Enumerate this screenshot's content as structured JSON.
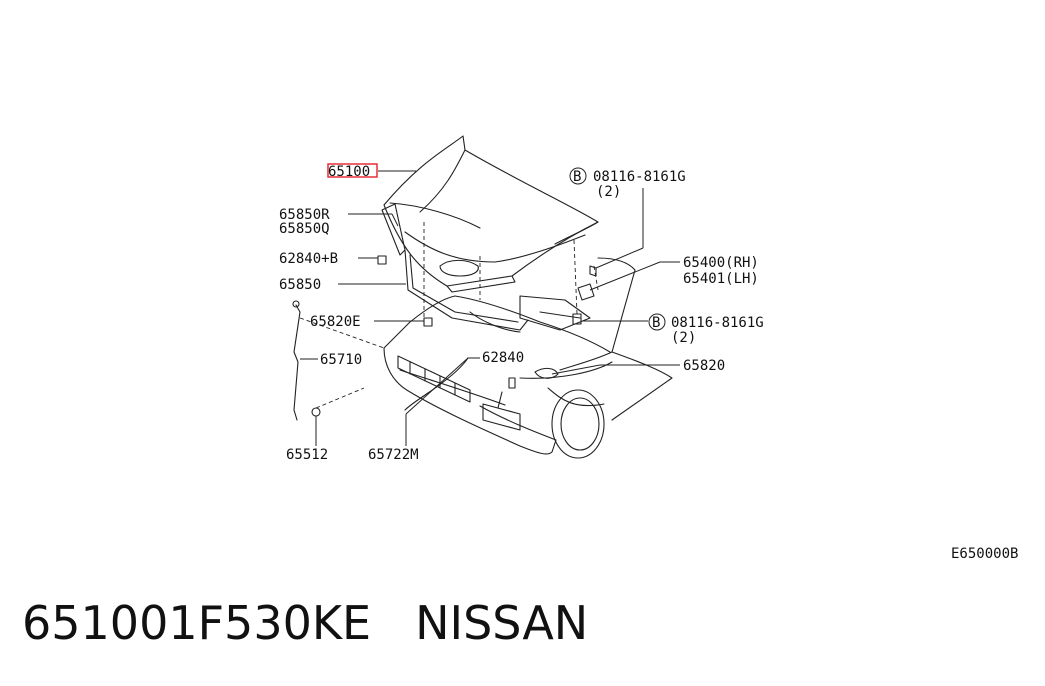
{
  "diagram": {
    "highlight_color": "#e8202a",
    "line_color": "#222222",
    "callouts": [
      {
        "id": "hood",
        "text": "65100",
        "highlight": true
      },
      {
        "id": "bolt-top",
        "text": "08116-8161G",
        "badge": "B",
        "sub": "(2)"
      },
      {
        "id": "seal-r",
        "text": "65850R"
      },
      {
        "id": "seal-q",
        "text": "65850Q"
      },
      {
        "id": "clip-b",
        "text": "62840+B"
      },
      {
        "id": "hinge-rh",
        "text": "65400(RH)"
      },
      {
        "id": "hinge-lh",
        "text": "65401(LH)"
      },
      {
        "id": "seal",
        "text": "65850"
      },
      {
        "id": "bolt-mid",
        "text": "08116-8161G",
        "badge": "B",
        "sub": "(2)"
      },
      {
        "id": "clip-e",
        "text": "65820E"
      },
      {
        "id": "rod",
        "text": "65710"
      },
      {
        "id": "clip",
        "text": "62840"
      },
      {
        "id": "insulator",
        "text": "65820"
      },
      {
        "id": "grommet",
        "text": "65512"
      },
      {
        "id": "cable",
        "text": "65722M"
      }
    ],
    "figure_code": "E650000B"
  },
  "caption": {
    "part_number": "651001F530KE",
    "brand": "NISSAN"
  }
}
